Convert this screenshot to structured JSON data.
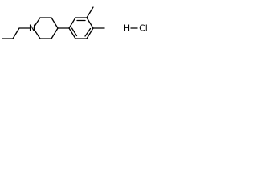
{
  "molecule": {
    "ring_nitrogen_label": "N",
    "salt": {
      "hydrogen_label": "H",
      "chlorine_label": "Cl"
    }
  },
  "colors": {
    "bond": "#000000",
    "background": "#ffffff"
  }
}
